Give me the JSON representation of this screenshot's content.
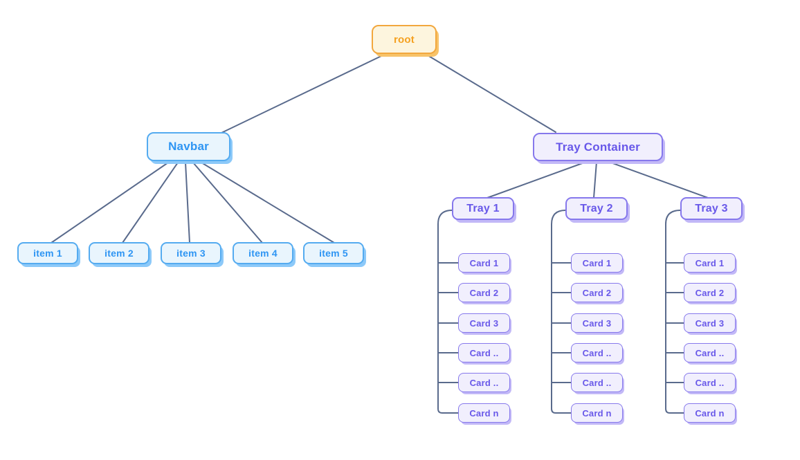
{
  "diagram": {
    "root": {
      "label": "root"
    },
    "navbar": {
      "label": "Navbar",
      "items": [
        "item 1",
        "item 2",
        "item 3",
        "item 4",
        "item 5"
      ]
    },
    "tray_container": {
      "label": "Tray Container",
      "trays": [
        {
          "label": "Tray 1",
          "cards": [
            "Card 1",
            "Card 2",
            "Card 3",
            "Card ..",
            "Card ..",
            "Card n"
          ]
        },
        {
          "label": "Tray 2",
          "cards": [
            "Card 1",
            "Card 2",
            "Card 3",
            "Card ..",
            "Card ..",
            "Card n"
          ]
        },
        {
          "label": "Tray 3",
          "cards": [
            "Card 1",
            "Card 2",
            "Card 3",
            "Card ..",
            "Card ..",
            "Card n"
          ]
        }
      ]
    },
    "colors": {
      "background": "#ffffff",
      "edge": "#596a8c",
      "orange": {
        "fill": "#fdf5de",
        "border": "#f2a73d",
        "text": "#f5a120",
        "shadow": "#f7c36a"
      },
      "blue": {
        "fill": "#e9f5fd",
        "border": "#54abf0",
        "text": "#2e95f3",
        "shadow": "#8cc9f9"
      },
      "purple": {
        "fill": "#f1effd",
        "border": "#8678ec",
        "text": "#6858e9",
        "shadow": "#c2b8f7"
      }
    }
  }
}
